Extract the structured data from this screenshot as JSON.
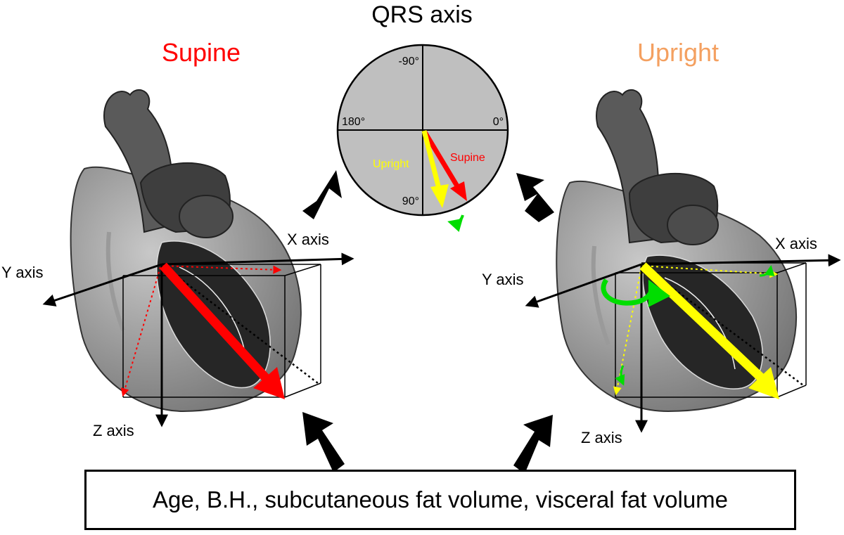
{
  "qrs": {
    "title": "QRS axis",
    "angles": {
      "top": "-90°",
      "left": "180°",
      "right": "0°",
      "bottom": "90°"
    },
    "supine_label": "Supine",
    "upright_label": "Upright"
  },
  "left_panel": {
    "title": "Supine",
    "x_axis": "X axis",
    "y_axis": "Y axis",
    "z_axis": "Z axis"
  },
  "right_panel": {
    "title": "Upright",
    "x_axis": "X axis",
    "y_axis": "Y axis",
    "z_axis": "Z axis"
  },
  "factors": {
    "text": "Age, B.H., subcutaneous fat volume, visceral fat volume"
  },
  "colors": {
    "supine": "#ff0000",
    "upright_title": "#f4a060",
    "upright_arrow": "#ffff00",
    "rotation": "#00dd00",
    "heart_dark": "#3a3a3a",
    "heart_mid": "#7a7a7a",
    "heart_light": "#b0b0b0",
    "circle_fill": "#bfbfbf"
  }
}
